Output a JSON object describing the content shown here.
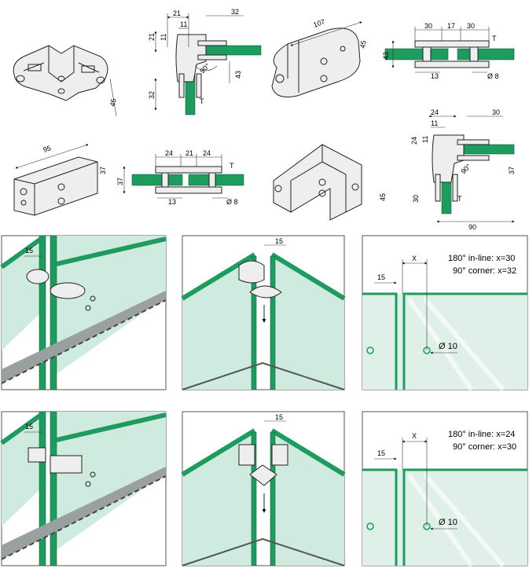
{
  "top_drawings": {
    "corner_clamp_front": {
      "dims": [
        "21",
        "11",
        "21",
        "11",
        "32",
        "32",
        "43",
        "90°",
        "T"
      ]
    },
    "oval_clamp_right": {
      "dims": [
        "107",
        "45",
        "43",
        "30",
        "17",
        "30",
        "13",
        "Ø 8",
        "T"
      ]
    },
    "flat_clamp": {
      "dims": [
        "95",
        "37",
        "24",
        "21",
        "24",
        "13",
        "Ø 8",
        "T"
      ]
    },
    "corner_clamp_2": {
      "dims": [
        "24",
        "11",
        "37",
        "30",
        "24",
        "11",
        "30",
        "37",
        "90°",
        "T",
        "45",
        "90"
      ]
    }
  },
  "panels": {
    "row1": {
      "left_dim": "15",
      "middle_dim": "15",
      "right": {
        "note_line1": "180° in-line: x=30",
        "note_line2": "90° corner: x=32",
        "x_label": "X",
        "dim_15": "15",
        "hole": "Ø 10"
      }
    },
    "row2": {
      "left_dim": "15",
      "middle_dim": "15",
      "right": {
        "note_line1": "180° in-line: x=24",
        "note_line2": "90° corner: x=30",
        "x_label": "X",
        "dim_15": "15",
        "hole": "Ø 10"
      }
    }
  }
}
